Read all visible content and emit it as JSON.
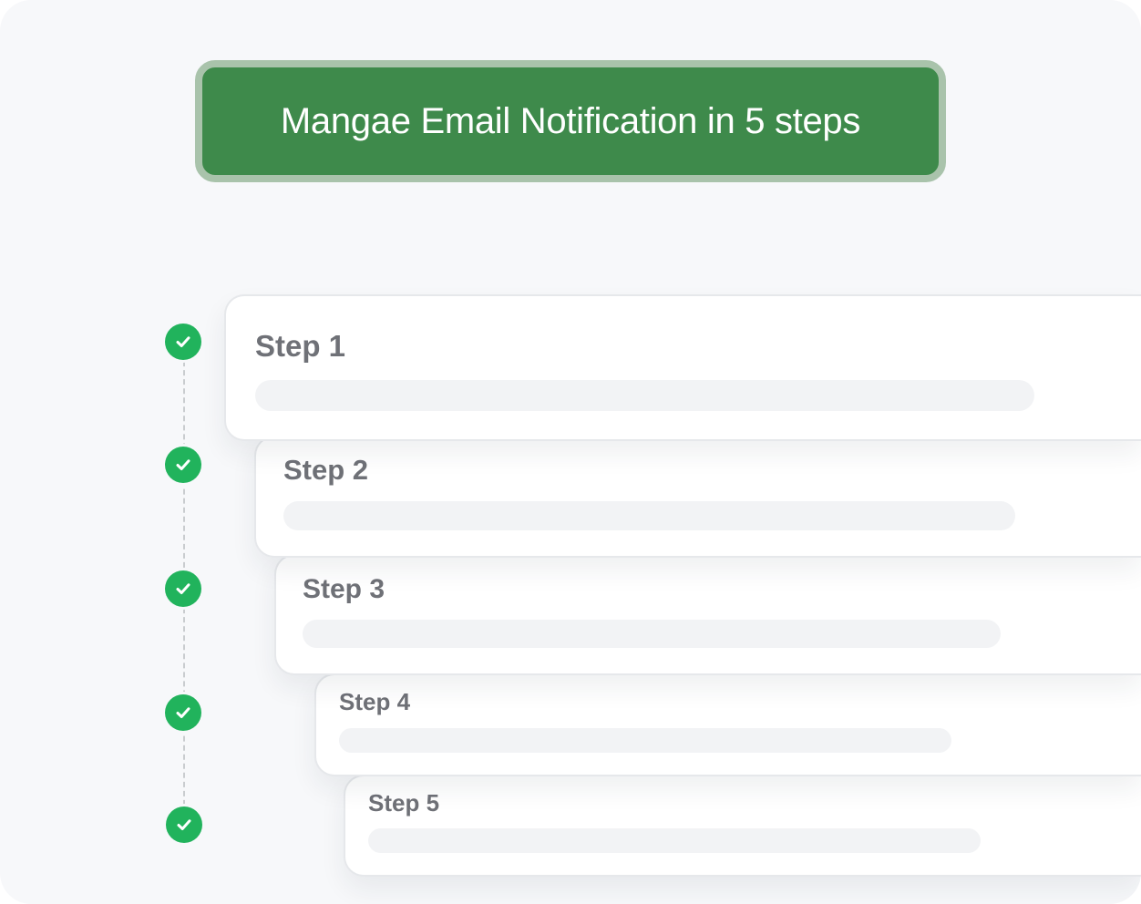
{
  "title": "Mangae Email Notification in 5 steps",
  "colors": {
    "title_bg": "#3e8a4b",
    "title_border": "#a9c3ab",
    "check": "#21b35c",
    "background": "#f7f8fa"
  },
  "steps": [
    {
      "label": "Step 1",
      "status_icon": "check-circle-icon"
    },
    {
      "label": "Step 2",
      "status_icon": "check-circle-icon"
    },
    {
      "label": "Step 3",
      "status_icon": "check-circle-icon"
    },
    {
      "label": "Step 4",
      "status_icon": "check-circle-icon"
    },
    {
      "label": "Step 5",
      "status_icon": "check-circle-icon"
    }
  ]
}
